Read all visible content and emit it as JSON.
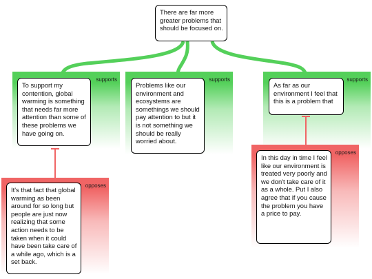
{
  "main_claim": {
    "text": "There are far more greater problems that should be focused on."
  },
  "colors": {
    "supports": "#54d05a",
    "opposes": "#f06565",
    "box_border": "#000000"
  },
  "reasons": [
    {
      "type": "supports",
      "label": "supports",
      "text": "To support my contention, global warming is something that needs far more attention than some of these problems we have going on.",
      "objection": {
        "type": "opposes",
        "label": "opposes",
        "text": "It's that fact that global warming as been around for so long but people are just now realizing that some action needs to be taken when it could have been take care of a while ago, which is a set back."
      }
    },
    {
      "type": "supports",
      "label": "supports",
      "text": "Problems like our environment and ecosystems are somethings we should pay attention to but it is not something we should be really worried about."
    },
    {
      "type": "supports",
      "label": "supports",
      "text": "As far as our environment I feel that this is a problem that",
      "objection": {
        "type": "opposes",
        "label": "opposes",
        "text": "In this day in time I feel like our environment is treated very poorly and we don't take care of it as a whole. Put I also agree that if you cause the problem you have a price to pay."
      }
    }
  ]
}
